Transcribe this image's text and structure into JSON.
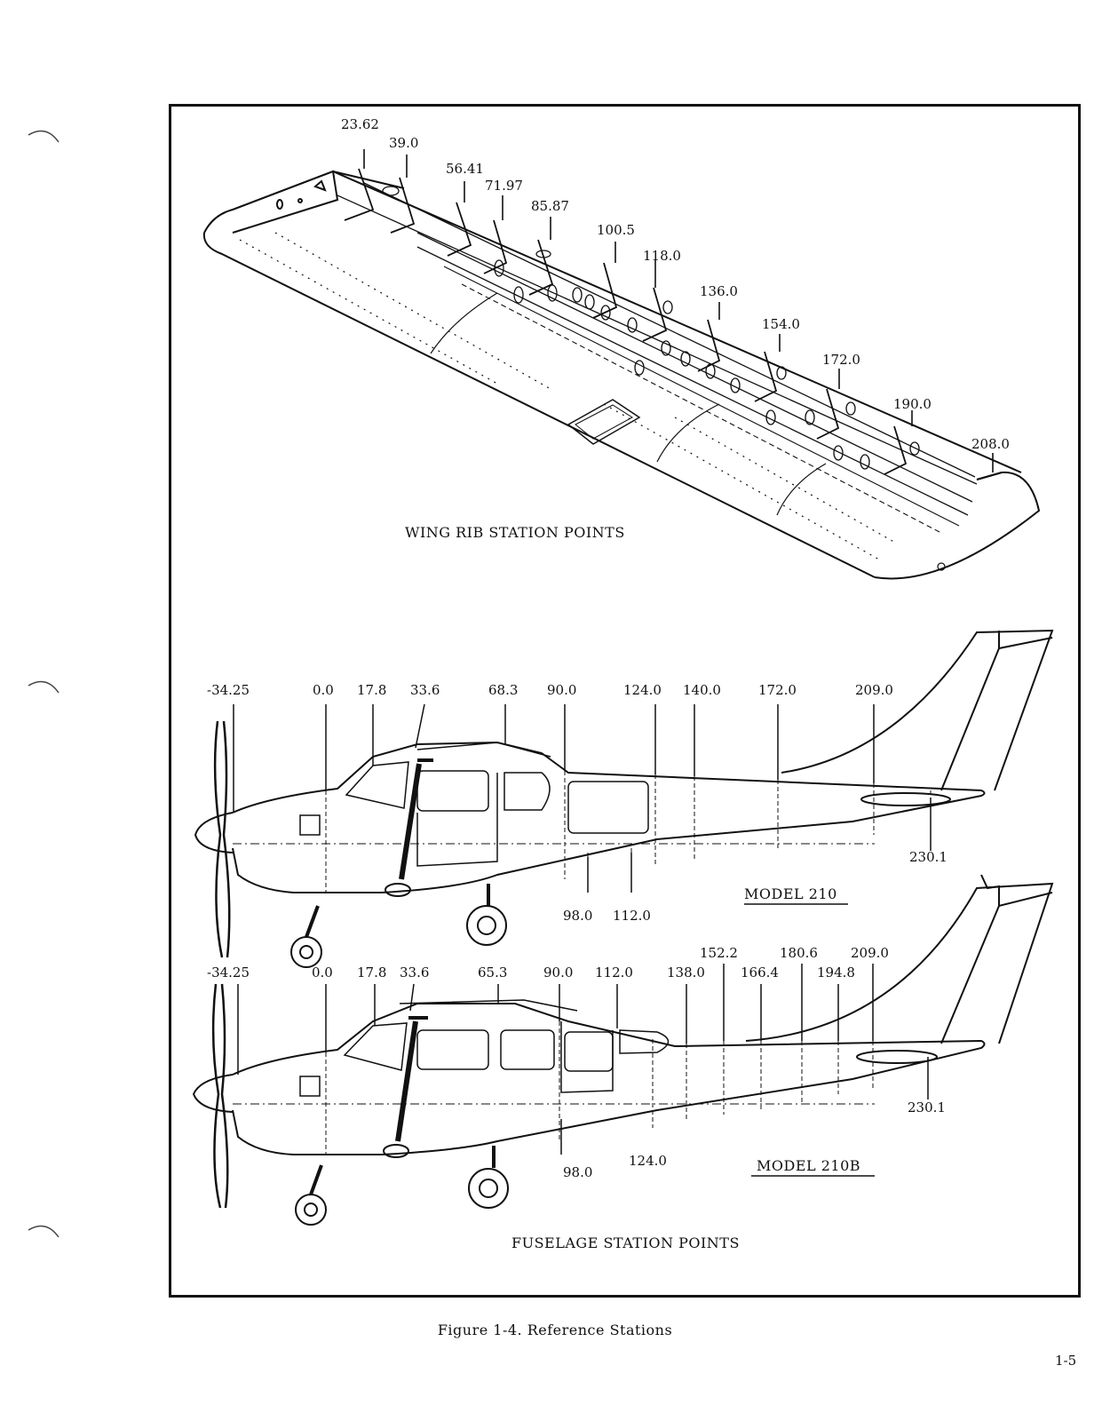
{
  "wing": {
    "title": "WING RIB STATION POINTS",
    "stations": [
      "23.62",
      "39.0",
      "56.41",
      "71.97",
      "85.87",
      "100.5",
      "118.0",
      "136.0",
      "154.0",
      "172.0",
      "190.0",
      "208.0"
    ]
  },
  "model210": {
    "name": "MODEL 210",
    "top_stations": [
      "-34.25",
      "0.0",
      "17.8",
      "33.6",
      "68.3",
      "90.0",
      "124.0",
      "140.0",
      "172.0",
      "209.0"
    ],
    "bottom_stations": [
      "98.0",
      "112.0"
    ],
    "tail_station": "230.1"
  },
  "model210b": {
    "name": "MODEL 210B",
    "top_stations": [
      "-34.25",
      "0.0",
      "17.8",
      "33.6",
      "65.3",
      "90.0",
      "112.0",
      "138.0",
      "152.2",
      "166.4",
      "180.6",
      "194.8",
      "209.0"
    ],
    "bottom_stations": [
      "98.0",
      "124.0"
    ],
    "tail_station": "230.1"
  },
  "fuselage_title": "FUSELAGE STATION POINTS",
  "figure_caption": "Figure 1-4.  Reference Stations",
  "page_number": "1-5"
}
